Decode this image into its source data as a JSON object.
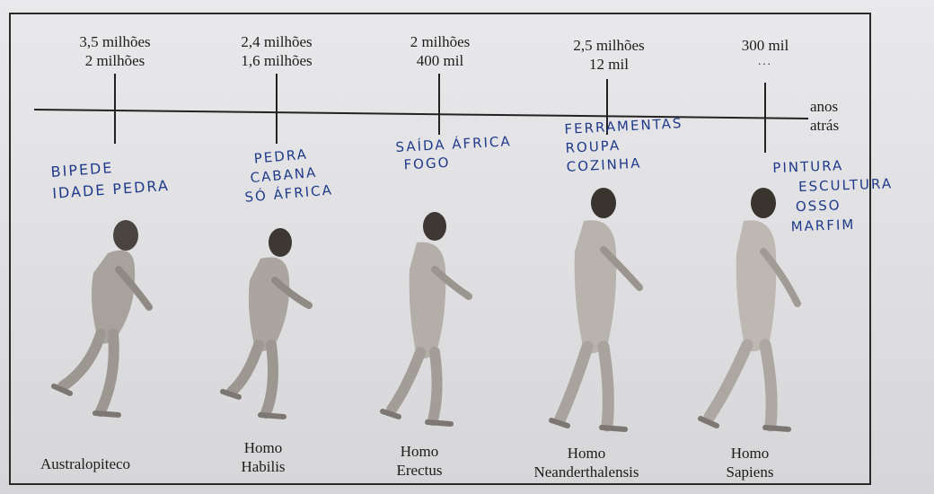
{
  "timeline": {
    "unit_line1": "anos",
    "unit_line2": "atrás",
    "ticks": [
      {
        "start": "3,5 milhões",
        "end": "2 milhões"
      },
      {
        "start": "2,4 milhões",
        "end": "1,6 milhões"
      },
      {
        "start": "2 milhões",
        "end": "400 mil"
      },
      {
        "start": "2,5 milhões",
        "end": "12 mil"
      },
      {
        "start": "300 mil",
        "end": "..."
      }
    ]
  },
  "species": [
    {
      "line1": "Australopiteco",
      "line2": ""
    },
    {
      "line1": "Homo",
      "line2": "Habilis"
    },
    {
      "line1": "Homo",
      "line2": "Erectus"
    },
    {
      "line1": "Homo",
      "line2": "Neanderthalensis"
    },
    {
      "line1": "Homo",
      "line2": "Sapiens"
    }
  ],
  "handwritten_notes": [
    [
      "BIPEDE",
      "IDADE PEDRA"
    ],
    [
      "PEDRA",
      "CABANA",
      "SÓ ÁFRICA"
    ],
    [
      "SAÍDA ÁFRICA",
      "FOGO"
    ],
    [
      "FERRAMENTAS",
      "ROUPA",
      "COZINHA"
    ],
    [
      "PINTURA",
      "ESCULTURA",
      "OSSO",
      "MARFIM"
    ]
  ],
  "colors": {
    "ink": "#1c1c1c",
    "pen": "#1f3a8a",
    "paper": "#e4e4e6",
    "figure_light": "#b9b5b0",
    "figure_dark": "#4a4440"
  }
}
